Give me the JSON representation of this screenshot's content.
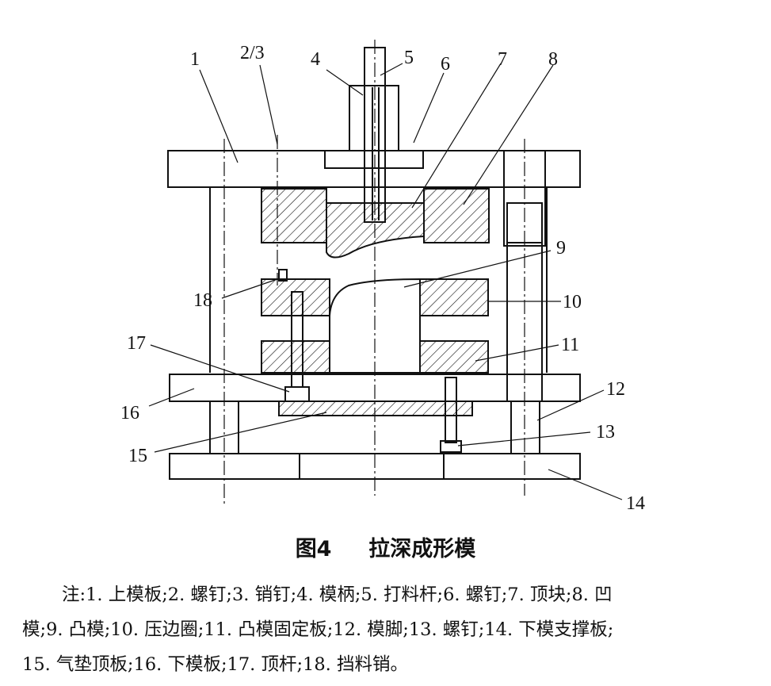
{
  "labels": {
    "l1": "1",
    "l23": "2/3",
    "l4": "4",
    "l5": "5",
    "l6": "6",
    "l7": "7",
    "l8": "8",
    "l9": "9",
    "l10": "10",
    "l11": "11",
    "l12": "12",
    "l13": "13",
    "l14": "14",
    "l15": "15",
    "l16": "16",
    "l17": "17",
    "l18": "18"
  },
  "caption": {
    "number": "图4",
    "title": "拉深成形模"
  },
  "note": {
    "line1": "注:1. 上模板;2. 螺钉;3. 销钉;4. 模柄;5. 打料杆;6. 螺钉;7. 顶块;8. 凹",
    "line2": "模;9. 凸模;10. 压边圈;11. 凸模固定板;12. 模脚;13. 螺钉;14. 下模支撑板;",
    "line3": "15. 气垫顶板;16. 下模板;17. 顶杆;18. 挡料销。"
  }
}
